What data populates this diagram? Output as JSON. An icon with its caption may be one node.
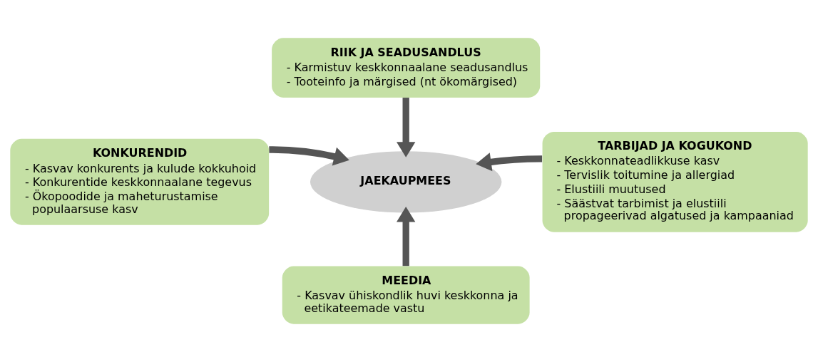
{
  "diagram": {
    "nodes": [
      {
        "text": [
          "JAEKAUPMEES"
        ]
      },
      {
        "text": [
          "RIIK JA SEADUSANDLUS",
          "- Karmistuv keskkonnaalane seadusandlus",
          "- Tooteinfo ja märgised (nt ökomärgised)"
        ]
      },
      {
        "text": [
          "KONKURENDID",
          "- Kasvav konkurents ja kulude kokkuhoid",
          "- Konkurentide keskkonnaalane tegevus",
          "- Ökopoodide ja maheturustamise populaarsuse kasv"
        ]
      },
      {
        "text": [
          "TARBIJAD JA KOGUKOND",
          "- Keskkonnateadlikkuse kasv",
          "- Tervislik toitumine ja allergiad",
          "- Elustiili muutused",
          "- Säästvat tarbimist ja elustiili propageerivad algatused ja kampaaniad"
        ]
      },
      {
        "text": [
          "MEEDIA",
          "- Kasvav ühiskondlik huvi keskkonna ja eetikateemade vastu"
        ]
      }
    ],
    "edges": [
      {
        "from": 1,
        "to": 0,
        "arrow": "to"
      },
      {
        "from": 2,
        "to": 0,
        "arrow": "to"
      },
      {
        "from": 3,
        "to": 0,
        "arrow": "to"
      },
      {
        "from": 4,
        "to": 0,
        "arrow": "to"
      }
    ]
  }
}
